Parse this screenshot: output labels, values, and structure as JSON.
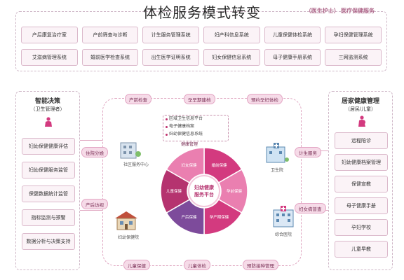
{
  "page_title": "体检服务模式转变",
  "top_panel": {
    "header": "医疗保健服务",
    "header_suffix": "（医生护士）",
    "rows": [
      [
        "产后康复治疗室",
        "产前筛查与诊断",
        "计生服务管理系统",
        "妇产科信息系统",
        "儿童保健体检系统",
        "孕妇保健管理系统"
      ],
      [
        "艾滋病管理系统",
        "婚前医学检查系统",
        "出生医学证明系统",
        "妇女保健信息系统",
        "母子健康手册系统",
        "三网监测系统"
      ]
    ]
  },
  "left_panel": {
    "title": "智能决策",
    "subtitle": "（卫生管理者）",
    "items": [
      "妇幼保健健康评估",
      "妇幼保健服务监管",
      "保健数据统计监管",
      "指标监测与预警",
      "数据分析与决策支持"
    ]
  },
  "right_panel": {
    "title": "居家健康管理",
    "subtitle": "（居民/儿童）",
    "items": [
      "远程陪诊",
      "妇幼健康档案管理",
      "保健宣教",
      "母子健康手册",
      "孕妇学校",
      "儿童早教"
    ]
  },
  "center": {
    "hub_text": [
      "妇幼健康",
      "服务平台"
    ],
    "segments": [
      "婚前保健",
      "孕前保健",
      "孕产期保健",
      "产后保健",
      "儿童保健",
      "妇女保健"
    ],
    "info_lines": [
      "区域卫生信息平台",
      "电子健康档案",
      "妇幼保健信息系统"
    ],
    "loop_label": "健康管理"
  },
  "loop_tags": {
    "top": [
      "产前检查",
      "孕早期建档",
      "预约孕妇体检"
    ],
    "left": [
      "住院分娩",
      "产后访视"
    ],
    "right": [
      "计生服务",
      "妇女病普查"
    ],
    "bottom": [
      "儿童保健",
      "儿童体检",
      "预防接种管理"
    ]
  },
  "buildings": {
    "top_left": "社区服务中心",
    "top_right": "卫生院",
    "bottom_left": "妇幼保健院",
    "bottom_right": "综合医院"
  },
  "colors": {
    "accent": "#d33a7f",
    "accent_dark": "#b5336f",
    "accent_light": "#ea7fb0",
    "purple": "#7d4b9b",
    "panel_fill": "#fbf3f7",
    "border": "#dbb9cb"
  }
}
